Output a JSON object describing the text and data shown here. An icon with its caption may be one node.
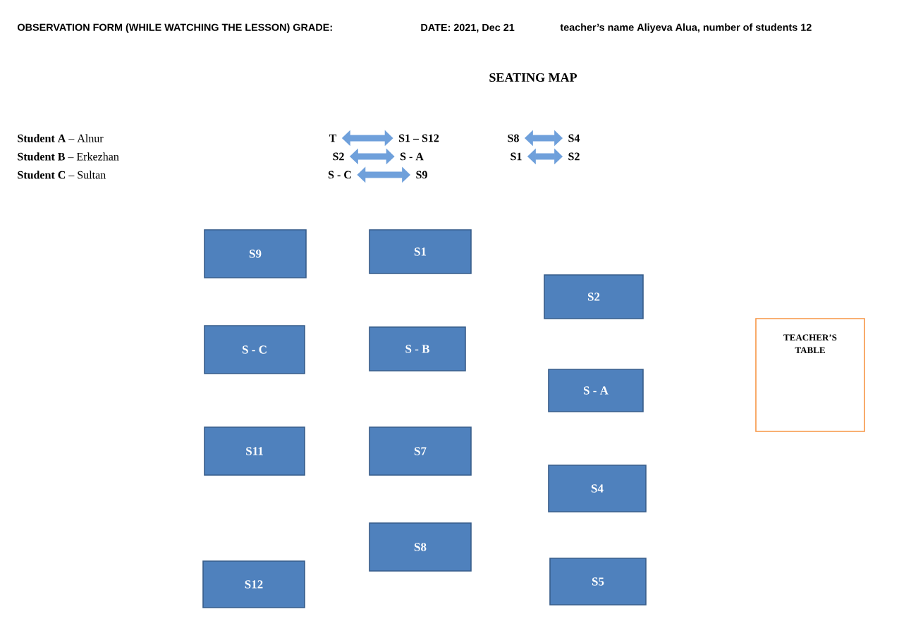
{
  "diagram": {
    "title": "SEATING MAP",
    "nodes": [
      {
        "text": [
          "T"
        ]
      },
      {
        "text": [
          "S1 – S12"
        ]
      },
      {
        "text": [
          "S8"
        ]
      },
      {
        "text": [
          "S4"
        ]
      },
      {
        "text": [
          "S2"
        ]
      },
      {
        "text": [
          "S - A"
        ]
      },
      {
        "text": [
          "S1"
        ]
      },
      {
        "text": [
          "S2"
        ]
      },
      {
        "text": [
          "S - C"
        ]
      },
      {
        "text": [
          "S9"
        ]
      },
      {
        "text": [
          "S9"
        ]
      },
      {
        "text": [
          "S1"
        ]
      },
      {
        "text": [
          "S2"
        ]
      },
      {
        "text": [
          "S - C"
        ]
      },
      {
        "text": [
          "S - B"
        ]
      },
      {
        "text": [
          "TEACHER’S TABLE"
        ]
      },
      {
        "text": [
          "S - A"
        ]
      },
      {
        "text": [
          "S11"
        ]
      },
      {
        "text": [
          "S7"
        ]
      },
      {
        "text": [
          "S4"
        ]
      },
      {
        "text": [
          "S8"
        ]
      },
      {
        "text": [
          "S12"
        ]
      },
      {
        "text": [
          "S5"
        ]
      }
    ],
    "edges": [
      {
        "from": 0,
        "to": 1,
        "arrow": "both"
      },
      {
        "from": 2,
        "to": 3,
        "arrow": "both"
      },
      {
        "from": 4,
        "to": 5,
        "arrow": "both"
      },
      {
        "from": 6,
        "to": 7,
        "arrow": "both"
      },
      {
        "from": 8,
        "to": 9,
        "arrow": "both"
      }
    ],
    "labels": [
      "OBSERVATION FORM (WHILE WATCHING THE LESSON) GRADE:",
      "DATE: 2021, Dec 21",
      "teacher’s name Aliyeva Alua, number of students 12",
      "**Student A** – Alnur",
      "**Student B** – Erkezhan",
      "**Student C** – Sultan"
    ]
  }
}
